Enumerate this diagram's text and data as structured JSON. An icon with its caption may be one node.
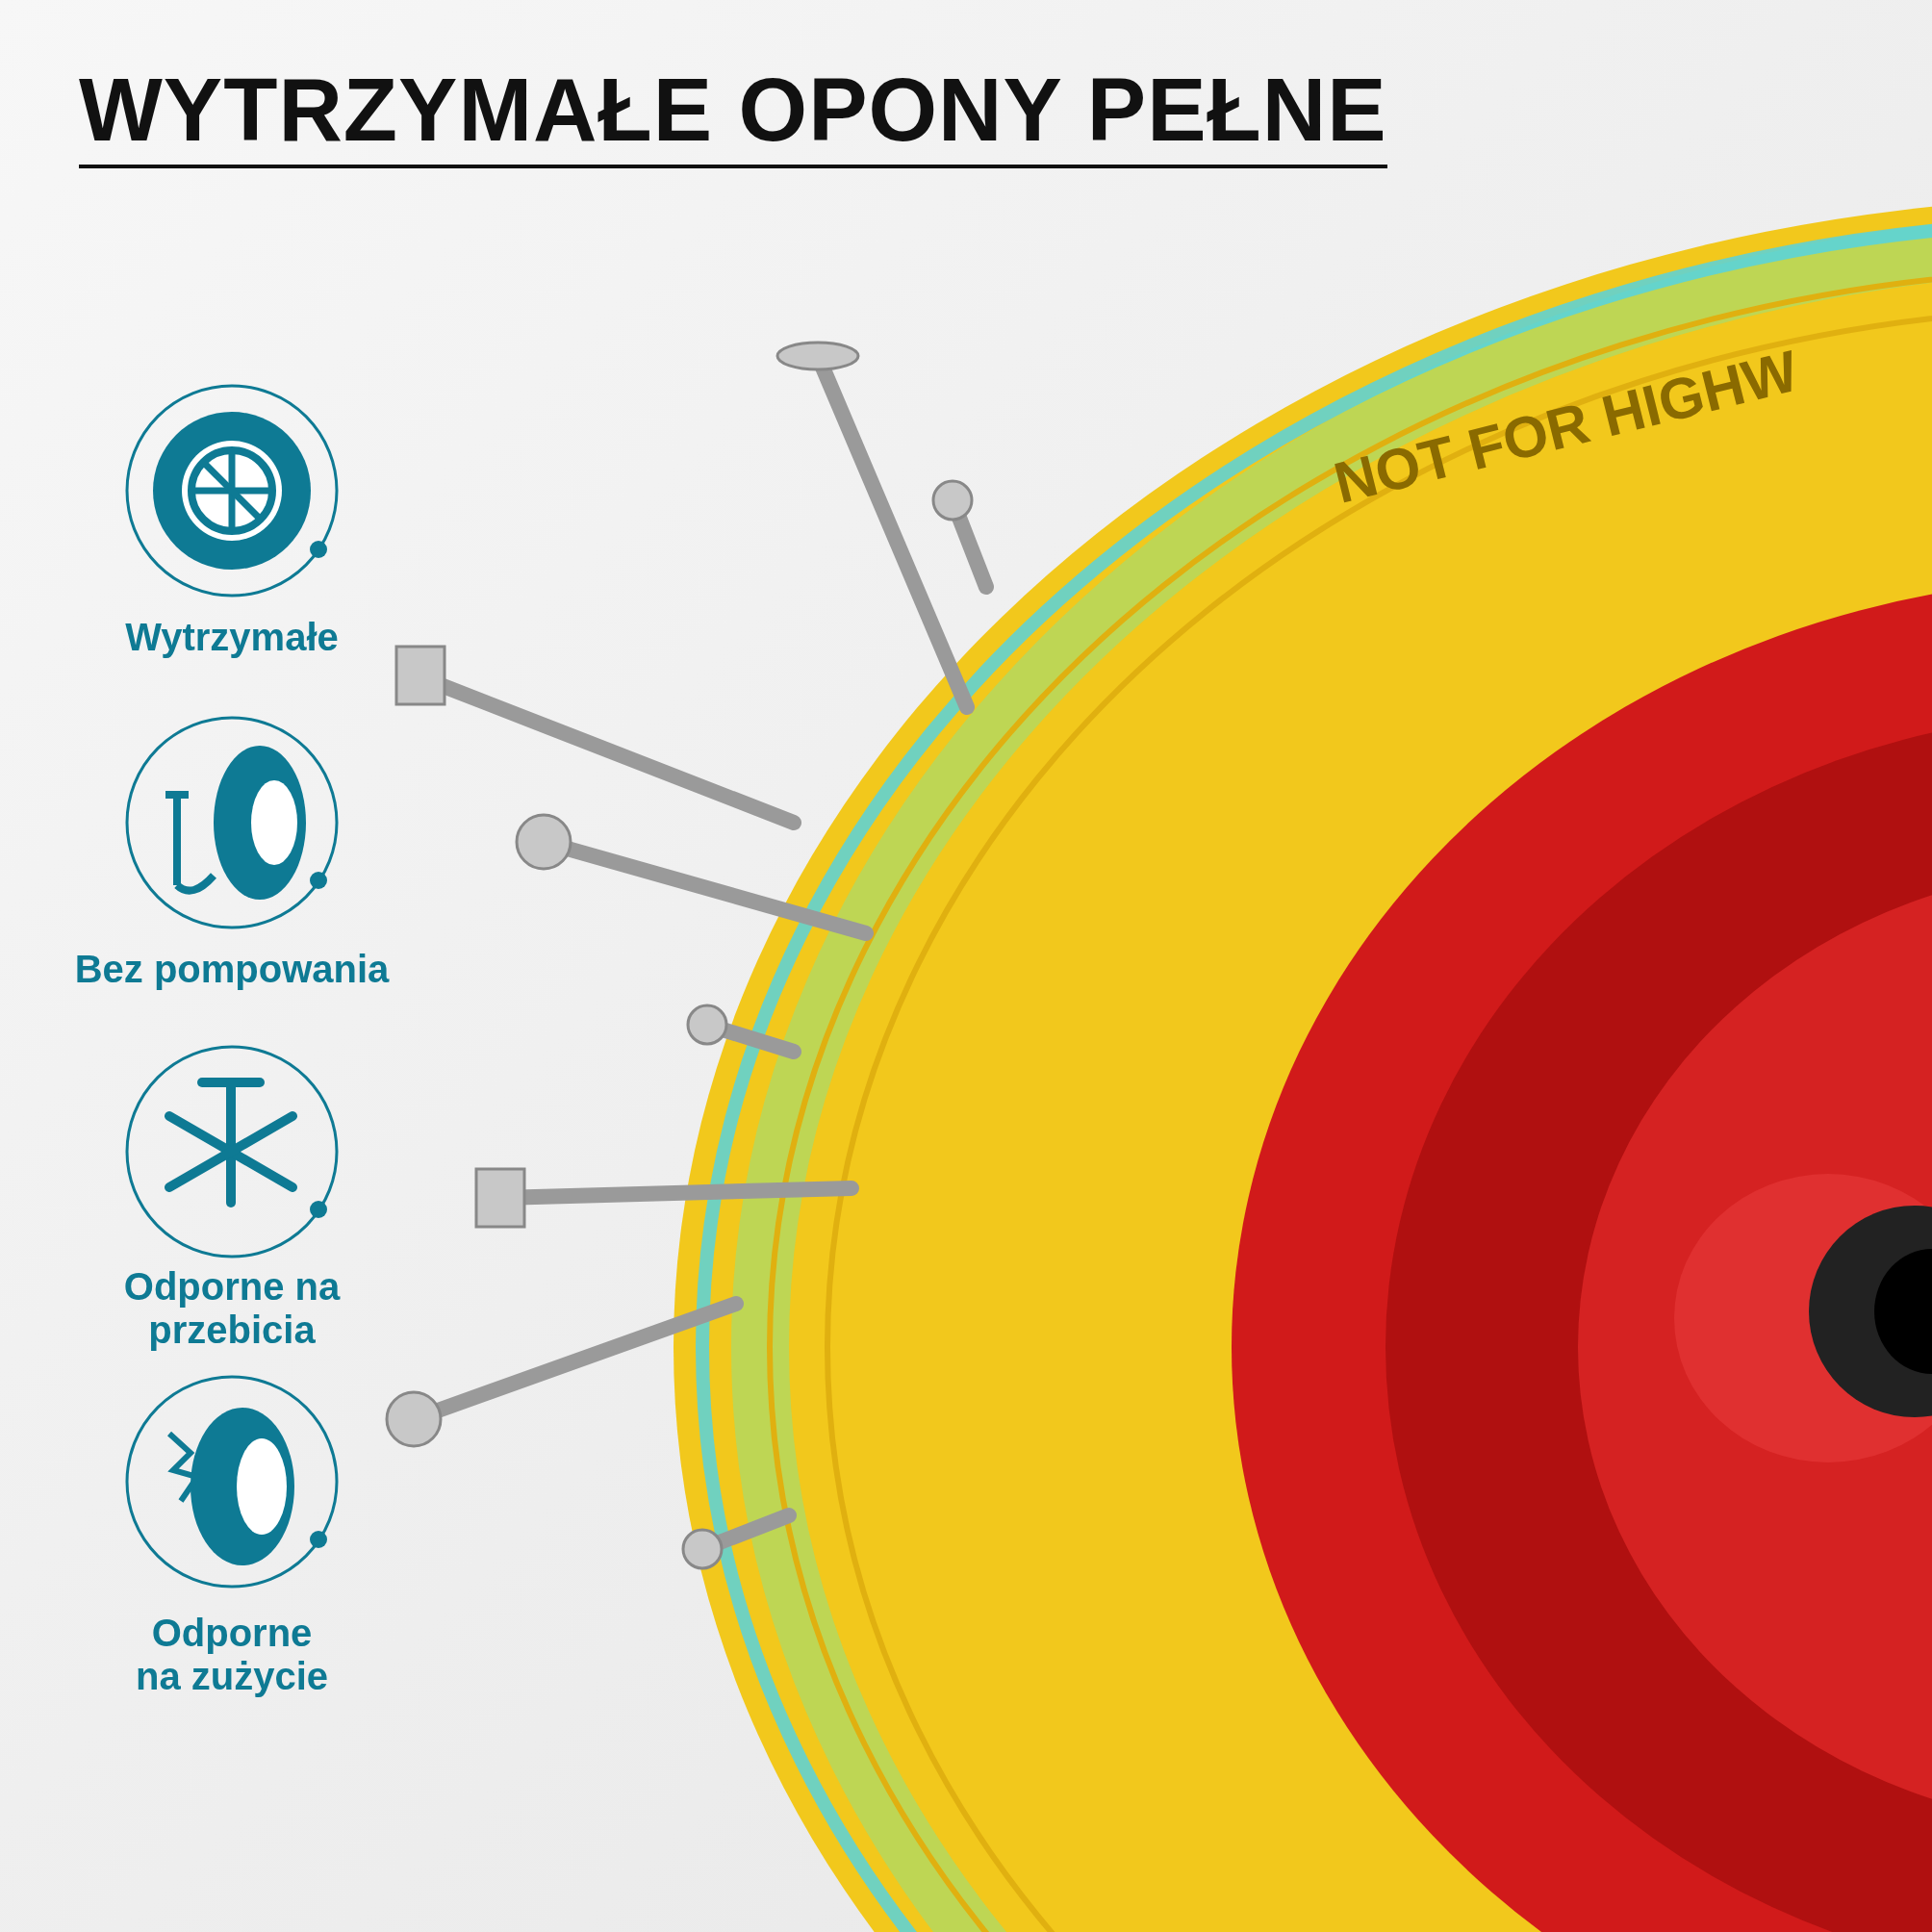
{
  "diagram": {
    "title": "WYTRZYMAŁE OPONY PEŁNE",
    "labels": [
      "Wytrzymałe",
      "Bez pompowania",
      "Odporne na przebicia",
      "Odporne na zużycie",
      "NOT FOR HIGHW"
    ]
  }
}
